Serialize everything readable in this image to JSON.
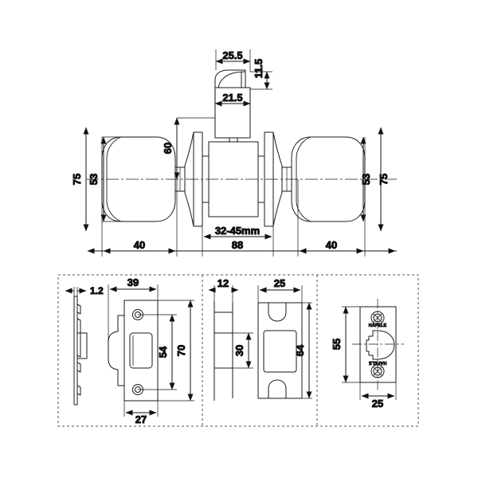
{
  "drawing": {
    "title": "Door knob lock set technical dimension drawing",
    "units": "mm",
    "line_color": "#1a1a1a",
    "dim_color": "#111111",
    "panel_border_color": "#555555",
    "background": "#ffffff"
  },
  "main_view": {
    "name": "knob-assembly-elevation",
    "dimensions": {
      "rose_projection": "25.5",
      "spindle_height": "11.5",
      "rose_width": "21.5",
      "center_to_top": "60",
      "knob_outer_left": "75",
      "knob_dia_left": "53",
      "knob_outer_right": "75",
      "knob_dia_right": "53",
      "knob_offset_left": "40",
      "knob_offset_right": "40",
      "door_thickness": "32-45mm",
      "overall_length": "88"
    }
  },
  "panels": [
    {
      "name": "latch-faceplate-panel",
      "dimensions": {
        "plate_thickness": "1.2",
        "plate_width": "39",
        "screw_spacing": "54",
        "plate_height": "70",
        "forend_width": "27"
      }
    },
    {
      "name": "strike-plate-panel",
      "dimensions": {
        "plate_thickness": "12",
        "cutout_height": "30",
        "plate_width": "25",
        "plate_height": "64"
      }
    },
    {
      "name": "strike-box-panel",
      "brand": "HAFELE",
      "dimensions": {
        "plate_height": "55",
        "plate_width": "25"
      }
    }
  ],
  "labels": {
    "d_25_5": "25.5",
    "d_11_5": "11.5",
    "d_21_5": "21.5",
    "d_60": "60",
    "d_75_left": "75",
    "d_53_left": "53",
    "d_75_right": "75",
    "d_53_right": "53",
    "d_40_left": "40",
    "d_40_right": "40",
    "d_32_45": "32-45mm",
    "d_88": "88",
    "d_1_2": "1.2",
    "d_39": "39",
    "d_54": "54",
    "d_70": "70",
    "d_27": "27",
    "d_12": "12",
    "d_30": "30",
    "d_25_mid": "25",
    "d_64": "64",
    "d_55": "55",
    "d_25_right": "25",
    "brand_top": "HAFELE",
    "brand_bottom": "HAFELE"
  }
}
